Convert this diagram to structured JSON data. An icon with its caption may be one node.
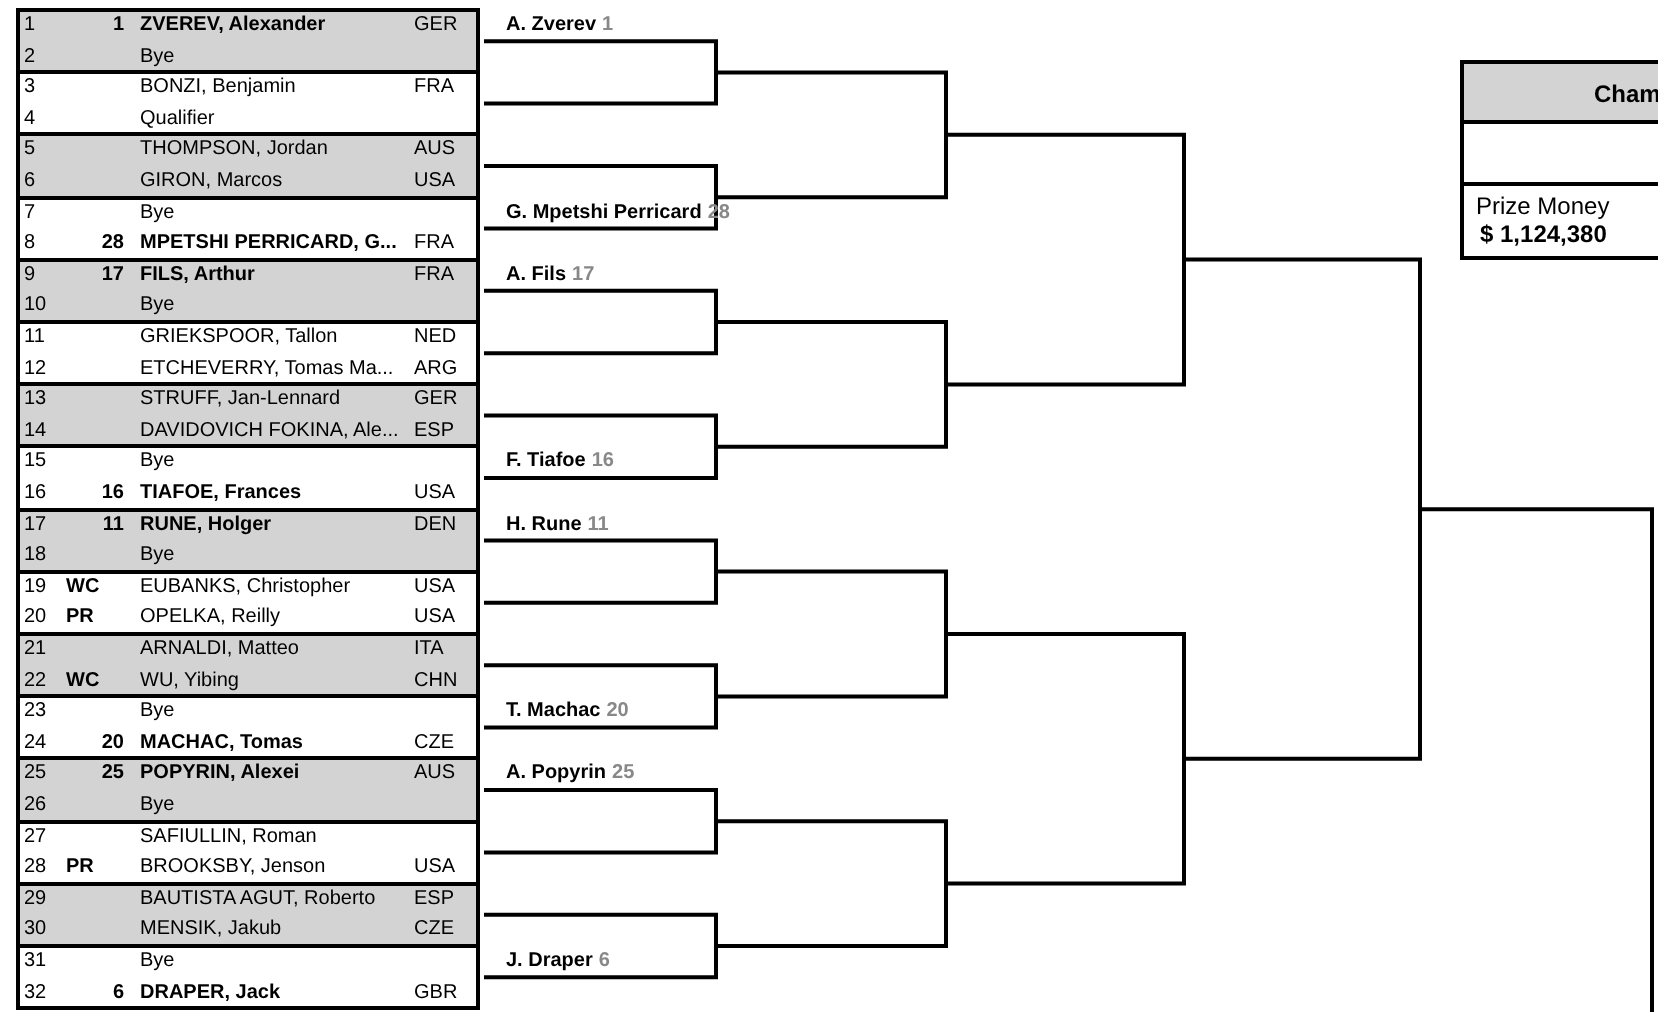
{
  "diagram": {
    "labels": [
      "1",
      "1",
      "ZVEREV, Alexander",
      "GER",
      "2",
      "Bye",
      "3",
      "BONZI, Benjamin",
      "FRA",
      "4",
      "Qualifier",
      "5",
      "THOMPSON, Jordan",
      "AUS",
      "6",
      "GIRON, Marcos",
      "USA",
      "7",
      "Bye",
      "8",
      "28",
      "MPETSHI PERRICARD, G...",
      "FRA",
      "9",
      "17",
      "FILS, Arthur",
      "FRA",
      "10",
      "Bye",
      "11",
      "GRIEKSPOOR, Tallon",
      "NED",
      "12",
      "ETCHEVERRY, Tomas Ma...",
      "ARG",
      "13",
      "STRUFF, Jan-Lennard",
      "GER",
      "14",
      "DAVIDOVICH FOKINA, Ale...",
      "ESP",
      "15",
      "Bye",
      "16",
      "16",
      "TIAFOE, Frances",
      "USA",
      "17",
      "11",
      "RUNE, Holger",
      "DEN",
      "18",
      "Bye",
      "19",
      "WC",
      "EUBANKS, Christopher",
      "USA",
      "20",
      "PR",
      "OPELKA, Reilly",
      "USA",
      "21",
      "ARNALDI, Matteo",
      "ITA",
      "22",
      "WC",
      "WU, Yibing",
      "CHN",
      "23",
      "Bye",
      "24",
      "20",
      "MACHAC, Tomas",
      "CZE",
      "25",
      "25",
      "POPYRIN, Alexei",
      "AUS",
      "26",
      "Bye",
      "27",
      "SAFIULLIN, Roman",
      "28",
      "PR",
      "BROOKSBY, Jenson",
      "USA",
      "29",
      "BAUTISTA AGUT, Roberto",
      "ESP",
      "30",
      "MENSIK, Jakub",
      "CZE",
      "31",
      "Bye",
      "32",
      "6",
      "DRAPER, Jack",
      "GBR",
      "A. Zverev",
      "1",
      "G. Mpetshi Perricard",
      "28",
      "A. Fils",
      "17",
      "F. Tiafoe",
      "16",
      "H. Rune",
      "11",
      "T. Machac",
      "20",
      "A. Popyrin",
      "25",
      "J. Draper",
      "6",
      "Cham",
      "Prize Money",
      "$ 1,124,380"
    ]
  }
}
